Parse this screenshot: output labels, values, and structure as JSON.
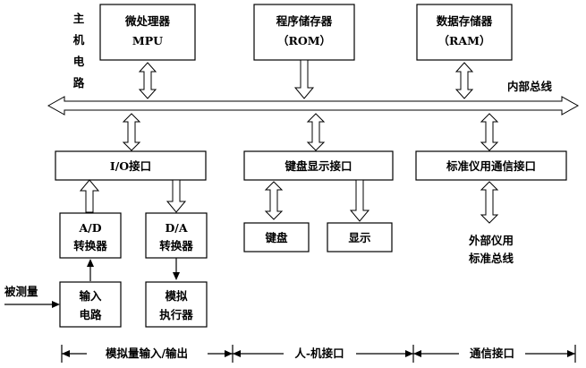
{
  "host_label": [
    "主",
    "机",
    "电",
    "路"
  ],
  "blocks": {
    "mpu": {
      "line1": "微处理器",
      "line2": "MPU"
    },
    "rom": {
      "line1": "程序储存器",
      "line2": "（ROM）"
    },
    "ram": {
      "line1": "数据存储器",
      "line2": "（RAM）"
    },
    "io": {
      "label": "I/O接口"
    },
    "keyboard_display_if": {
      "label": "键盘显示接口"
    },
    "comm_if": {
      "label": "标准仪用通信接口"
    },
    "adc": {
      "line1": "A/D",
      "line2": "转换器"
    },
    "dac": {
      "line1": "D/A",
      "line2": "转换器"
    },
    "keyboard": {
      "label": "键盘"
    },
    "display": {
      "label": "显示"
    },
    "input_circuit": {
      "line1": "输入",
      "line2": "电路"
    },
    "actuator": {
      "line1": "模拟",
      "line2": "执行器"
    }
  },
  "internal_bus": {
    "label": "内部总线"
  },
  "external_bus": {
    "line1": "外部仪用",
    "line2": "标准总线"
  },
  "measured_input": {
    "label": "被测量"
  },
  "sections": {
    "analog_io": "模拟量输入/输出",
    "hmi": "人-机接口",
    "comm": "通信接口"
  }
}
